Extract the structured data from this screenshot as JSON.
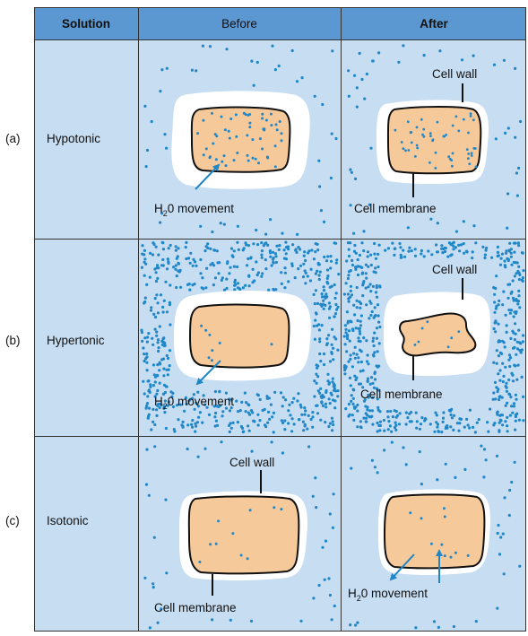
{
  "headers": {
    "solution": "Solution",
    "before": "Before",
    "after": "After"
  },
  "rows": [
    {
      "letter": "(a)",
      "name": "Hypotonic"
    },
    {
      "letter": "(b)",
      "name": "Hypertonic"
    },
    {
      "letter": "(c)",
      "name": "Isotonic"
    }
  ],
  "labels": {
    "cell_wall": "Cell wall",
    "cell_membrane": "Cell membrane",
    "h2o_h": "H",
    "h2o_sub": "2",
    "h2o_rest": "0 movement"
  },
  "colors": {
    "header_bg": "#5b97d1",
    "cell_bg": "#c6ddf2",
    "dot": "#1f87c8",
    "cytoplasm": "#f6c99b",
    "wall": "#ffffff",
    "arrow": "#1f87c8"
  }
}
